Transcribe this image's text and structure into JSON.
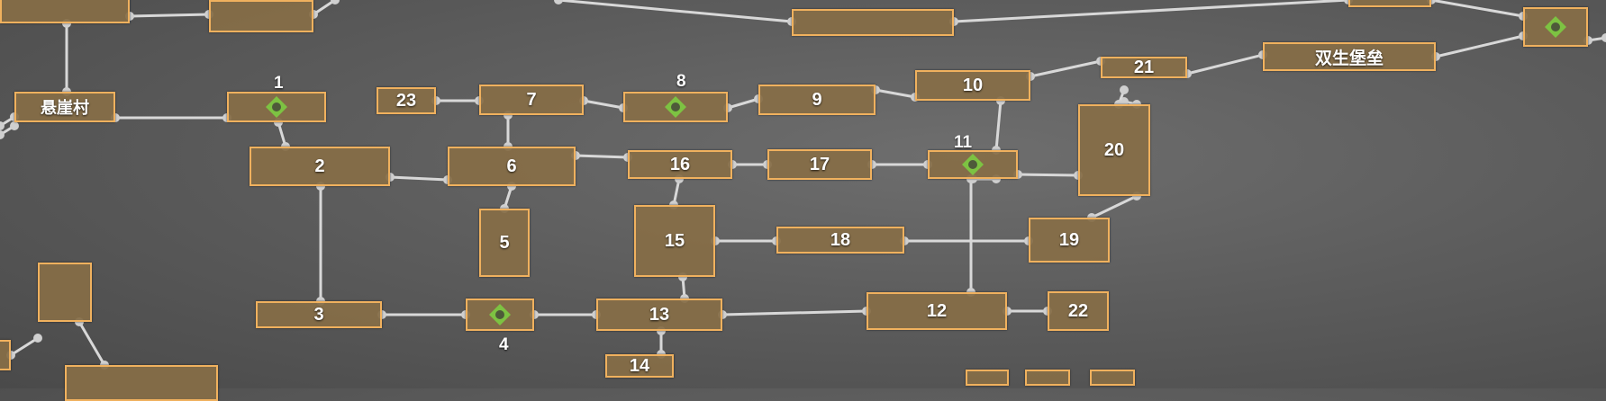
{
  "colors": {
    "node_fill": "#876e46",
    "node_border": "#f0b15e",
    "path": "#d8d8d8",
    "waypoint": "#7dc242"
  },
  "waypoint_icon": "diamond-waypoint-icon",
  "nodes": [
    {
      "id": "top-left-a",
      "label": ""
    },
    {
      "id": "top-left-b",
      "label": ""
    },
    {
      "id": "top-center",
      "label": ""
    },
    {
      "id": "top-right-partial",
      "label": ""
    },
    {
      "id": "top-right-waypoint",
      "label": ""
    },
    {
      "id": "cliff-village",
      "label": "悬崖村"
    },
    {
      "id": "room-1",
      "label": ""
    },
    {
      "id": "room-23",
      "label": "23"
    },
    {
      "id": "room-7",
      "label": "7"
    },
    {
      "id": "room-8",
      "label": ""
    },
    {
      "id": "room-9",
      "label": "9"
    },
    {
      "id": "room-10",
      "label": "10"
    },
    {
      "id": "room-21",
      "label": "21"
    },
    {
      "id": "twin-fortress",
      "label": "双生堡垒"
    },
    {
      "id": "room-2",
      "label": "2"
    },
    {
      "id": "room-6",
      "label": "6"
    },
    {
      "id": "room-16",
      "label": "16"
    },
    {
      "id": "room-17",
      "label": "17"
    },
    {
      "id": "room-11",
      "label": ""
    },
    {
      "id": "room-20",
      "label": "20"
    },
    {
      "id": "room-5",
      "label": "5"
    },
    {
      "id": "room-15",
      "label": "15"
    },
    {
      "id": "room-18",
      "label": "18"
    },
    {
      "id": "room-19",
      "label": "19"
    },
    {
      "id": "room-3",
      "label": "3"
    },
    {
      "id": "room-4",
      "label": ""
    },
    {
      "id": "room-13",
      "label": "13"
    },
    {
      "id": "room-12",
      "label": "12"
    },
    {
      "id": "room-22",
      "label": "22"
    },
    {
      "id": "room-14",
      "label": "14"
    },
    {
      "id": "left-square",
      "label": ""
    },
    {
      "id": "bottom-left-partial",
      "label": ""
    },
    {
      "id": "bottom-right-a",
      "label": ""
    },
    {
      "id": "bottom-right-b",
      "label": ""
    },
    {
      "id": "bottom-right-c",
      "label": ""
    },
    {
      "id": "far-left-partial",
      "label": ""
    }
  ],
  "waypoint_labels": [
    {
      "id": "label-1",
      "text": "1"
    },
    {
      "id": "label-8",
      "text": "8"
    },
    {
      "id": "label-11",
      "text": "11"
    },
    {
      "id": "label-4",
      "text": "4"
    }
  ]
}
